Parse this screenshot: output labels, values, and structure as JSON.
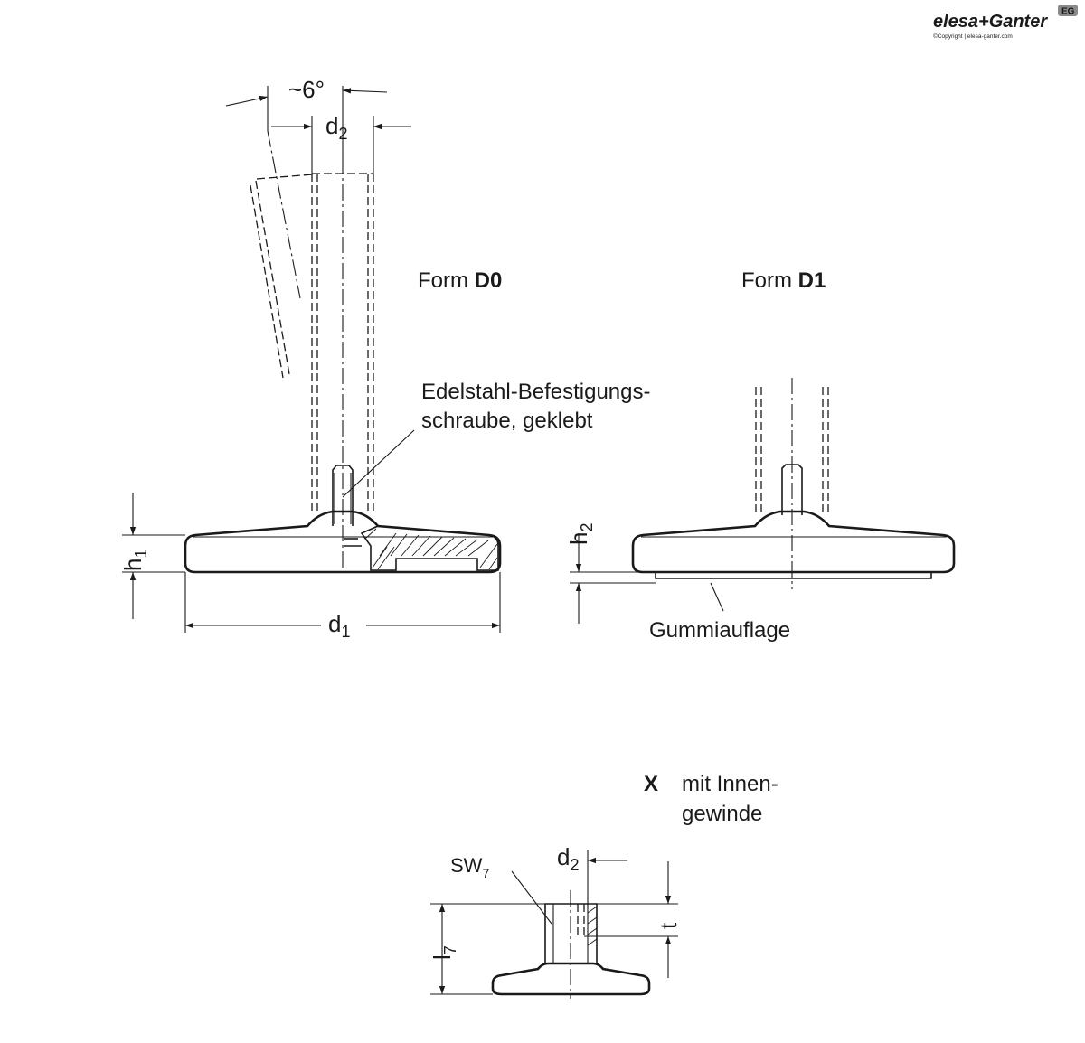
{
  "logo": {
    "brand": "elesa+Ganter",
    "badge": "EG",
    "copyright": "©Copyright | elesa-ganter.com"
  },
  "forms": {
    "d0_prefix": "Form ",
    "d0_code": "D0",
    "d1_prefix": "Form ",
    "d1_code": "D1",
    "x_code": "X",
    "x_line1": "mit Innen-",
    "x_line2": "gewinde"
  },
  "annotations": {
    "screw_line1": "Edelstahl-Befestigungs-",
    "screw_line2": "schraube, geklebt",
    "rubber": "Gummiauflage"
  },
  "dimensions": {
    "angle": "~6°",
    "d2": "d",
    "d2_sub": "2",
    "d1": "d",
    "d1_sub": "1",
    "h1": "h",
    "h1_sub": "1",
    "h2": "h",
    "h2_sub": "2",
    "sw": "SW",
    "sw_sub": "7",
    "l7": "l",
    "l7_sub": "7",
    "t": "t"
  }
}
